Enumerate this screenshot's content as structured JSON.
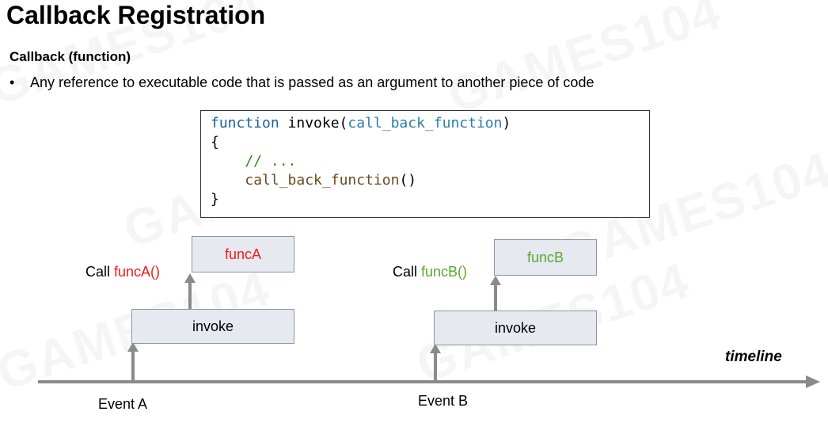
{
  "title": "Callback Registration",
  "subtitle": "Callback (function)",
  "bullet": {
    "marker": "•",
    "text": "Any reference to executable code that is passed as an argument to another piece of code"
  },
  "code": {
    "line1": {
      "keyword": "function",
      "name": " invoke(",
      "param": "call_back_function",
      "close": ")"
    },
    "line2": "{",
    "line3": "    // ...",
    "line4": {
      "indent": "    ",
      "call": "call_back_function",
      "parens": "()"
    },
    "line5": "}"
  },
  "left_group": {
    "call_prefix": "Call ",
    "call_func": "funcA()",
    "func_box": "funcA",
    "invoke_box": "invoke",
    "event": "Event A",
    "color": "#f01a1a"
  },
  "right_group": {
    "call_prefix": "Call ",
    "call_func": "funcB()",
    "func_box": "funcB",
    "invoke_box": "invoke",
    "event": "Event B",
    "color": "#5aa832"
  },
  "timeline": {
    "label": "timeline"
  }
}
